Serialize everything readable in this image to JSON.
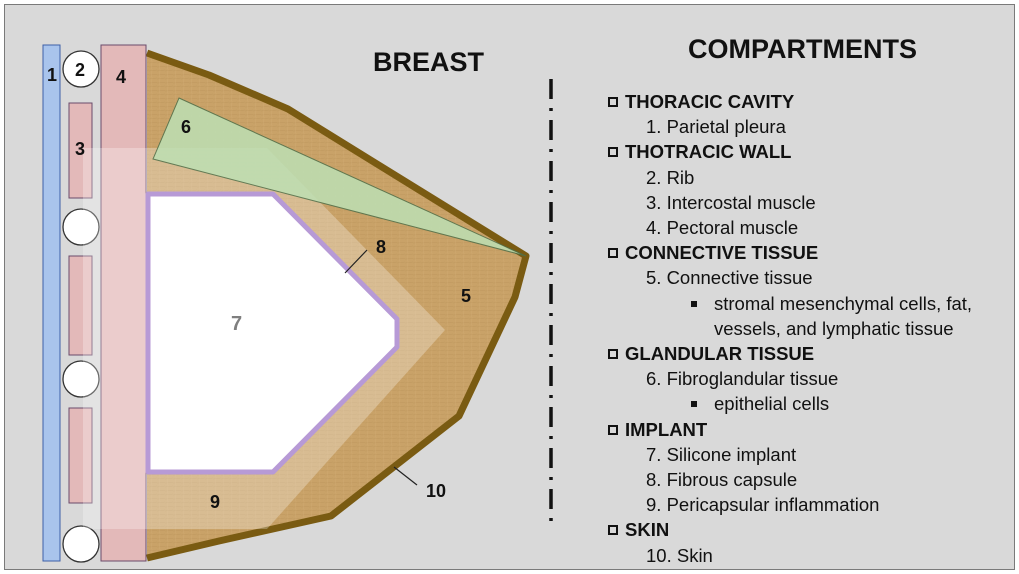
{
  "title_left": "BREAST",
  "title_right": "COMPARTMENTS",
  "labels": {
    "l1": "1",
    "l2": "2",
    "l3": "3",
    "l4": "4",
    "l5": "5",
    "l6": "6",
    "l7": "7",
    "l8": "8",
    "l9": "9",
    "l10": "10"
  },
  "categories": [
    {
      "title": "THORACIC CAVITY",
      "items": [
        "1. Parietal pleura"
      ]
    },
    {
      "title": "THOTRACIC WALL",
      "items": [
        "2. Rib",
        "3. Intercostal muscle",
        "4. Pectoral muscle"
      ]
    },
    {
      "title": "CONNECTIVE TISSUE",
      "items": [
        "5. Connective tissue"
      ],
      "subitems": [
        "stromal mesenchymal cells, fat,",
        "vessels, and lymphatic tissue"
      ]
    },
    {
      "title": "GLANDULAR TISSUE",
      "items": [
        "6. Fibroglandular tissue"
      ],
      "subitems": [
        "epithelial cells"
      ]
    },
    {
      "title": "IMPLANT",
      "items": [
        "7. Silicone implant",
        "8. Fibrous capsule",
        "9. Pericapsular inflammation"
      ]
    },
    {
      "title": "SKIN",
      "items": [
        "10. Skin"
      ]
    }
  ],
  "colors": {
    "background": "#d9d9d9",
    "pleura": "#a9c4ec",
    "muscle": "#e3b9b9",
    "fat": "#c9a268",
    "skin": "#7a5b12",
    "gland": "#bde0b4",
    "capsule": "#b79ad6",
    "implant": "#ffffff"
  }
}
